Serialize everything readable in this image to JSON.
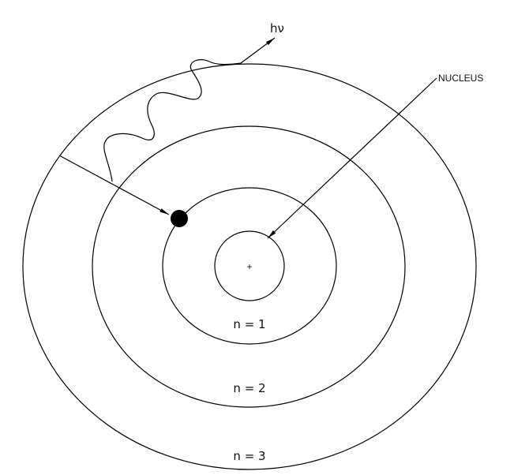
{
  "diagram": {
    "photon_label": "hν",
    "nucleus_label": "NUCLEUS",
    "nucleus_charge": "+",
    "orbit_labels": [
      "n = 1",
      "n = 2",
      "n = 3"
    ],
    "colors": {
      "line": "#000000",
      "background": "#ffffff"
    }
  }
}
